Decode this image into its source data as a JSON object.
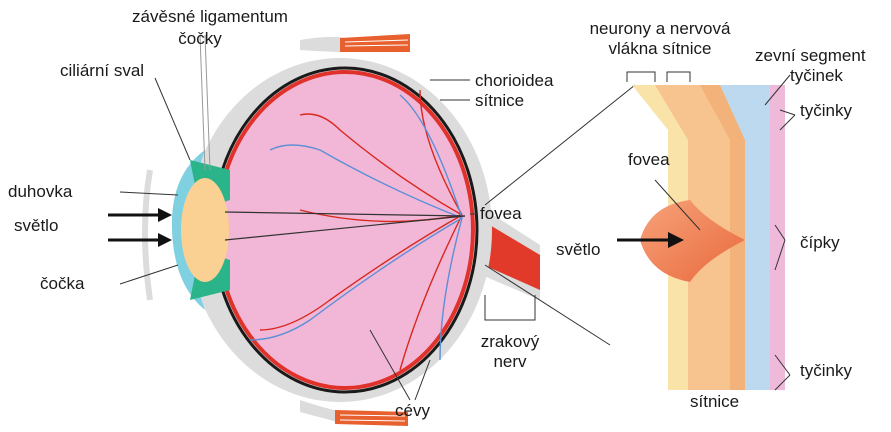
{
  "labels": {
    "ligament_line1": "závěsné ligamentum",
    "ligament_line2": "čočky",
    "ciliary_muscle": "ciliární sval",
    "iris": "duhovka",
    "light_left": "světlo",
    "lens": "čočka",
    "choroid": "chorioidea",
    "retina": "sítnice",
    "fovea_left": "fovea",
    "optic_nerve_line1": "zrakový",
    "optic_nerve_line2": "nerv",
    "vessels": "cévy",
    "neurons_line1": "neurony a nervová",
    "neurons_line2": "vlákna sítnice",
    "outer_segment_line1": "zevní segment",
    "outer_segment_line2": "tyčinek",
    "rods_top": "tyčinky",
    "fovea_right": "fovea",
    "light_right": "světlo",
    "cones": "čípky",
    "rods_bottom": "tyčinky",
    "retina_bottom": "sítnice"
  },
  "colors": {
    "eyeball_fill": "#f2b7d6",
    "sclera": "#dcdcdc",
    "choroid": "#1a1a1a",
    "retina": "#e0312a",
    "vessel_red": "#d8281e",
    "vessel_blue": "#5b8fd6",
    "lens": "#fbd093",
    "cornea": "#7fd0e0",
    "iris": "#2bb48a",
    "optic_nerve": "#e23a2a",
    "muscle": "#e8602e",
    "fovea_bump": "#f08a5d",
    "layer_orange": "#f7c48f",
    "layer_yellow": "#f9e3a8",
    "layer_blue": "#bcd9f0",
    "layer_pink": "#efb9d9"
  },
  "icons": [
    "arrow-right-icon"
  ]
}
